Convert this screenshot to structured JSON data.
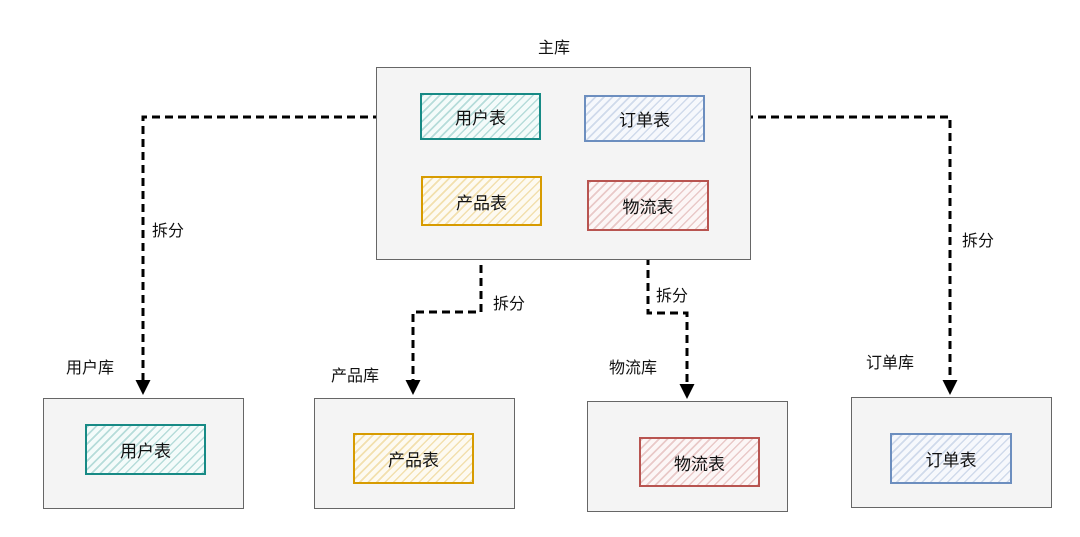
{
  "main_db": {
    "label": "主库",
    "tables": {
      "user": "用户表",
      "order": "订单表",
      "product": "产品表",
      "logistics": "物流表"
    }
  },
  "split_label": "拆分",
  "sub_dbs": {
    "user": {
      "label": "用户库",
      "table": "用户表"
    },
    "product": {
      "label": "产品库",
      "table": "产品表"
    },
    "logistics": {
      "label": "物流库",
      "table": "物流表"
    },
    "order": {
      "label": "订单库",
      "table": "订单表"
    }
  },
  "colors": {
    "user": "#178a85",
    "order": "#6c8ebf",
    "product": "#d79b00",
    "logistics": "#b85450",
    "db_fill": "#f4f4f4",
    "db_border": "#666666",
    "connector": "#000000"
  }
}
